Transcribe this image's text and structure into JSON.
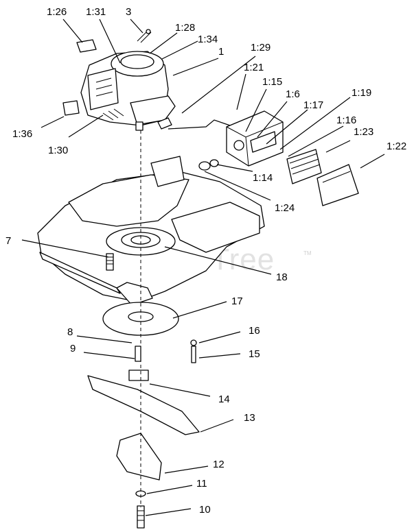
{
  "diagram": {
    "watermark": "PartsTree",
    "trademark": "TM",
    "callouts": [
      {
        "id": "c-1-26",
        "label": "1:26"
      },
      {
        "id": "c-1-31",
        "label": "1:31"
      },
      {
        "id": "c-3",
        "label": "3"
      },
      {
        "id": "c-1-28",
        "label": "1:28"
      },
      {
        "id": "c-1-34",
        "label": "1:34"
      },
      {
        "id": "c-1",
        "label": "1"
      },
      {
        "id": "c-1-29",
        "label": "1:29"
      },
      {
        "id": "c-1-21",
        "label": "1:21"
      },
      {
        "id": "c-1-15",
        "label": "1:15"
      },
      {
        "id": "c-1-6",
        "label": "1:6"
      },
      {
        "id": "c-1-17",
        "label": "1:17"
      },
      {
        "id": "c-1-19",
        "label": "1:19"
      },
      {
        "id": "c-1-16",
        "label": "1:16"
      },
      {
        "id": "c-1-23",
        "label": "1:23"
      },
      {
        "id": "c-1-22",
        "label": "1:22"
      },
      {
        "id": "c-1-36",
        "label": "1:36"
      },
      {
        "id": "c-1-30",
        "label": "1:30"
      },
      {
        "id": "c-1-14",
        "label": "1:14"
      },
      {
        "id": "c-1-24",
        "label": "1:24"
      },
      {
        "id": "c-7",
        "label": "7"
      },
      {
        "id": "c-18",
        "label": "18"
      },
      {
        "id": "c-17",
        "label": "17"
      },
      {
        "id": "c-8",
        "label": "8"
      },
      {
        "id": "c-16",
        "label": "16"
      },
      {
        "id": "c-9",
        "label": "9"
      },
      {
        "id": "c-15",
        "label": "15"
      },
      {
        "id": "c-14",
        "label": "14"
      },
      {
        "id": "c-13",
        "label": "13"
      },
      {
        "id": "c-12",
        "label": "12"
      },
      {
        "id": "c-11",
        "label": "11"
      },
      {
        "id": "c-10",
        "label": "10"
      }
    ]
  }
}
